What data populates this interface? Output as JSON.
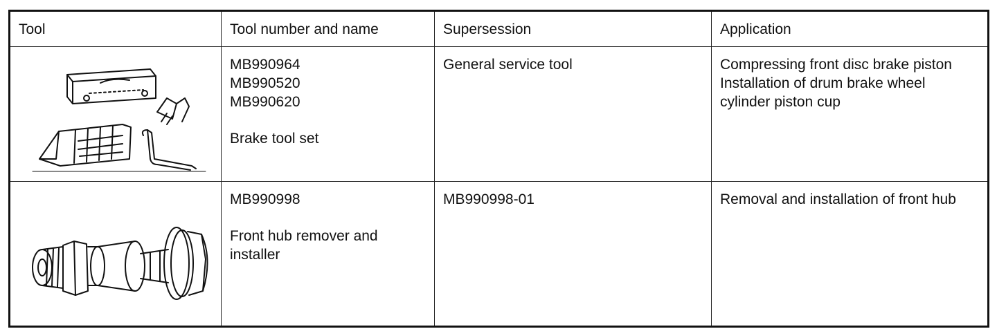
{
  "headers": {
    "tool": "Tool",
    "tool_number_name": "Tool number and name",
    "supersession": "Supersession",
    "application": "Application"
  },
  "rows": [
    {
      "image_icon": "brake-tool-set-icon",
      "tool_numbers": [
        "MB990964",
        "MB990520",
        "MB990620"
      ],
      "tool_name": "Brake tool set",
      "supersession": "General service tool",
      "application": [
        "Compressing front disc brake piston",
        "Installation of drum brake wheel cylinder piston cup"
      ]
    },
    {
      "image_icon": "front-hub-tool-icon",
      "tool_numbers": [
        "MB990998"
      ],
      "tool_name": "Front hub remover and installer",
      "supersession": "MB990998-01",
      "application": [
        "Removal and installation of front hub"
      ]
    }
  ]
}
